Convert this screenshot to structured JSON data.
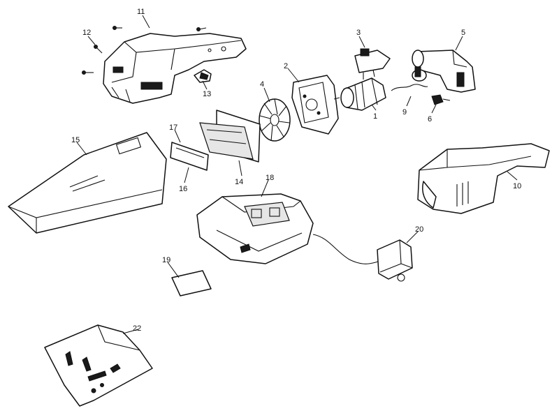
{
  "callouts": {
    "p1": "1",
    "p2": "2",
    "p3": "3",
    "p4": "4",
    "p5": "5",
    "p6": "6",
    "p9": "9",
    "p10": "10",
    "p11": "11",
    "p12": "12",
    "p13": "13",
    "p14": "14",
    "p15": "15",
    "p16": "16",
    "p17": "17",
    "p18": "18",
    "p19": "19",
    "p20": "20",
    "p22": "22"
  }
}
